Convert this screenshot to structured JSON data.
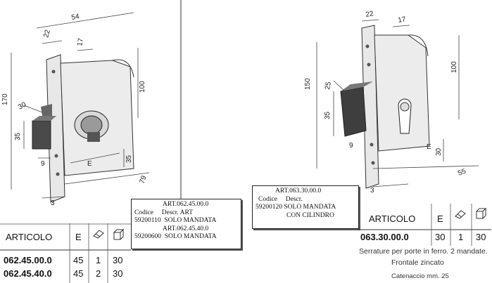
{
  "left_drawing": {
    "dims": {
      "d54": "54",
      "d22": "22",
      "d17": "17",
      "d170": "170",
      "d100": "100",
      "d30": "30",
      "d35": "35",
      "d9": "9",
      "dE": "E",
      "d35b": "35",
      "d79": "79",
      "d3": "3"
    }
  },
  "right_drawing": {
    "dims": {
      "d22": "22",
      "d17": "17",
      "d150": "150",
      "d100": "100",
      "d25": "25",
      "d35": "35",
      "d9": "9",
      "dE": "E",
      "d30": "30",
      "d55": "55",
      "d3": "3"
    }
  },
  "left_label": {
    "lines": [
      "ART.062.45.00.0",
      "Codice     Descr. ART",
      "59200110  SOLO MANDATA",
      "ART.062.45.40.0",
      "59200600  SOLO MANDATA"
    ]
  },
  "right_label": {
    "lines": [
      "ART.063.30.00.0",
      "Codice     Descr.",
      "59200120 SOLO MANDATA",
      "CON CILINDRO"
    ]
  },
  "left_table": {
    "header": {
      "articolo": "ARTICOLO",
      "e": "E"
    },
    "rows": [
      {
        "articolo": "062.45.00.0",
        "e": "45",
        "a": "1",
        "b": "30"
      },
      {
        "articolo": "062.45.40.0",
        "e": "45",
        "b1": "2",
        "b2": "30"
      }
    ]
  },
  "right_table": {
    "header": {
      "articolo": "ARTICOLO",
      "e": "E"
    },
    "row": {
      "articolo": "063.30.00.0",
      "e": "30",
      "a": "1",
      "b": "30"
    }
  },
  "captions": {
    "line1": "Serrature per porte in ferro. 2 mandate.",
    "line2": "Frontale zincato",
    "line3": "Catenaccio mm. 25"
  },
  "icons": [
    "eraser-icon",
    "box-icon"
  ]
}
